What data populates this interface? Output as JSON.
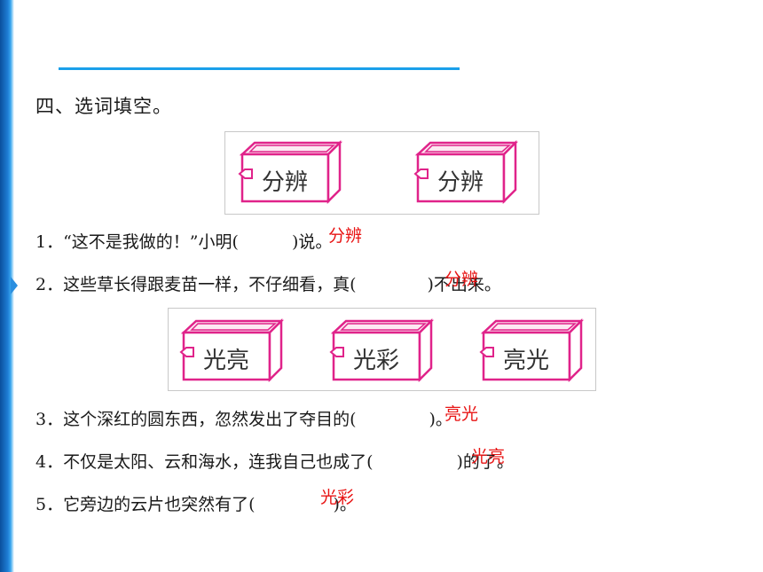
{
  "heading": "四、选词填空。",
  "group1": {
    "words": [
      "分辨",
      "分辨"
    ]
  },
  "group2": {
    "words": [
      "光亮",
      "光彩",
      "亮光"
    ]
  },
  "q1": {
    "num": "1．",
    "before": "“这不是我做的！”小明(",
    "after": ")说。",
    "answer": "分辨"
  },
  "q2": {
    "num": "2．",
    "before": "这些草长得跟麦苗一样，不仔细看，真(",
    "after": ")不出来。",
    "answer": "分辨"
  },
  "q3": {
    "num": "3．",
    "before": "这个深红的圆东西，忽然发出了夺目的(",
    "after": ")。",
    "answer": "亮光"
  },
  "q4": {
    "num": "4．",
    "before": "不仅是太阳、云和海水，连我自己也成了(",
    "after": ")的了。",
    "answer": "光亮"
  },
  "q5": {
    "num": "5．",
    "before": "它旁边的云片也突然有了(",
    "after": ")。",
    "answer": "光彩"
  },
  "colors": {
    "accent": "#1aa0ea",
    "box": "#e0238a",
    "answer": "#e81414"
  }
}
